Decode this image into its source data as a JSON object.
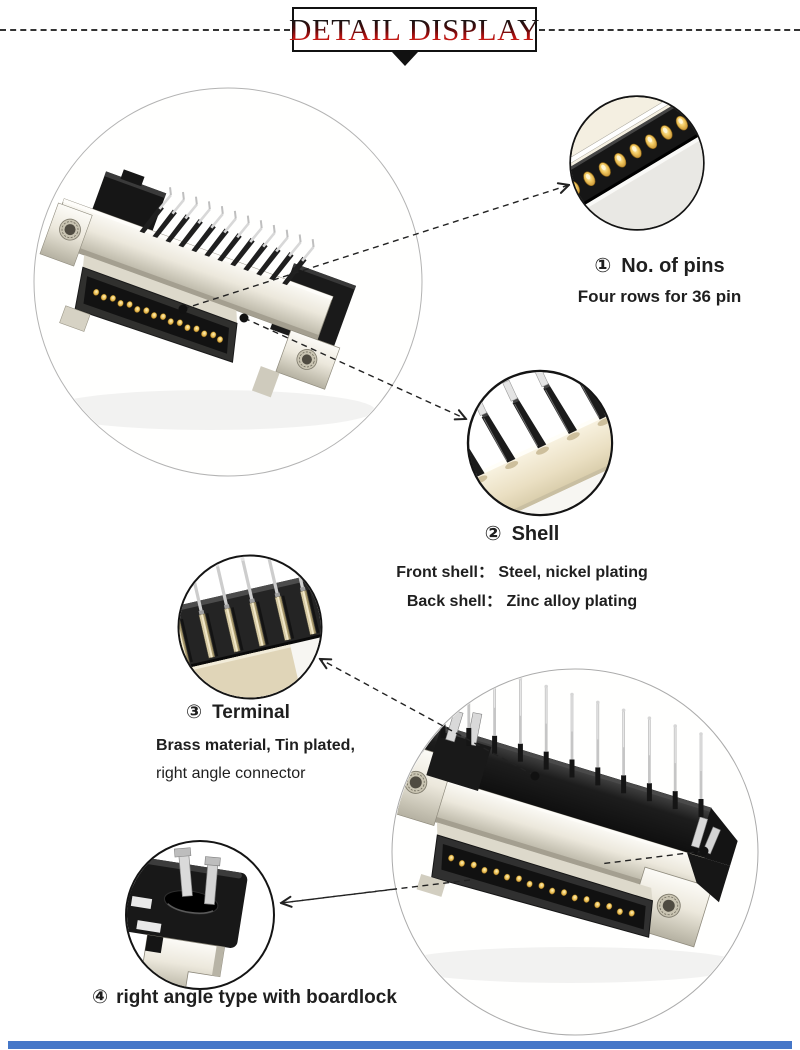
{
  "header": {
    "title": "DETAIL DISPLAY"
  },
  "callouts": [
    {
      "number": "①",
      "label": "No. of pins",
      "desc_lines": [
        "Four rows for 36 pin"
      ]
    },
    {
      "number": "②",
      "label": "Shell",
      "desc_lines": [
        "Front shell： Steel, nickel plating",
        "Back shell： Zinc alloy plating"
      ]
    },
    {
      "number": "③",
      "label": "Terminal",
      "desc_lines": [
        "Brass material, Tin plated,",
        "right angle connector"
      ]
    },
    {
      "number": "④",
      "label": "right angle type with boardlock",
      "desc_lines": []
    }
  ],
  "colors": {
    "accent_red": "#b50f0f",
    "text": "#1f1f1f",
    "callout_line": "#222222",
    "pin_gold": "#e8b64c",
    "metal_shell": "#d8d4c6",
    "plastic_black": "#1a1a1a",
    "divider_blue": "#4577c8"
  }
}
